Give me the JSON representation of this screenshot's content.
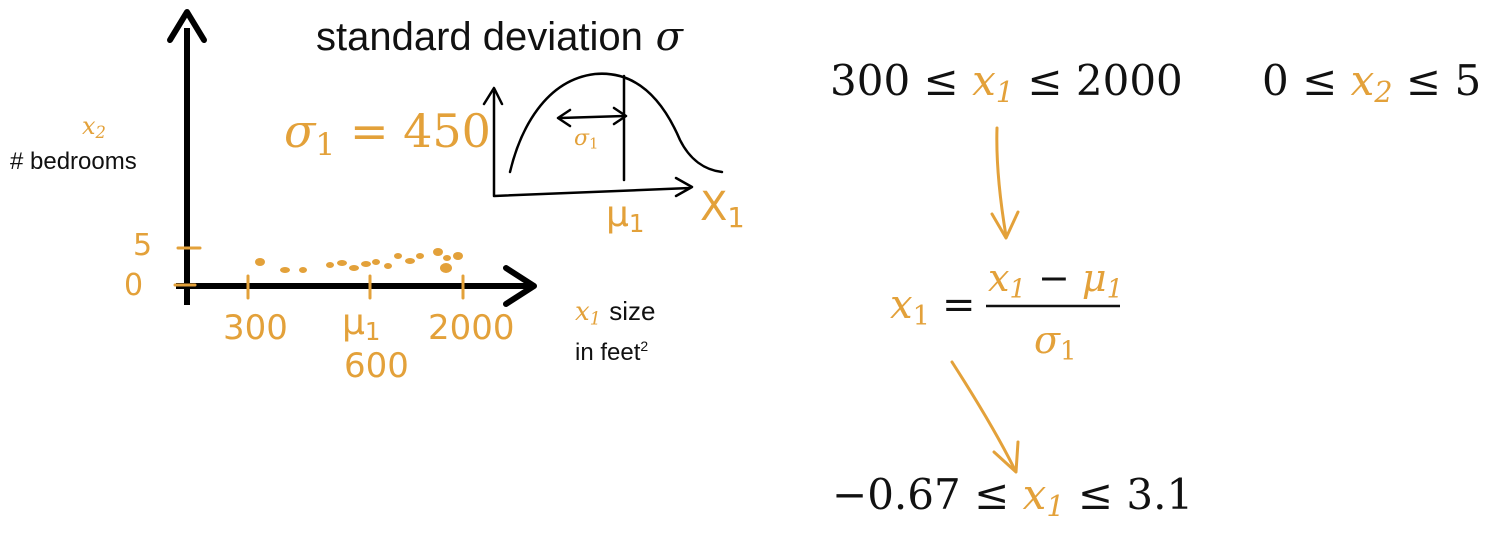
{
  "colors": {
    "accent": "#e3a13a",
    "ink": "#111111"
  },
  "left_plot": {
    "x2_symbol": "x",
    "x2_subscript": "2",
    "bedrooms_label": "# bedrooms",
    "y_tick_5": "5",
    "y_tick_0": "0",
    "x_tick_300": "300",
    "x_tick_mu_symbol": "μ",
    "x_tick_mu_subscript": "1",
    "x_tick_600": "600",
    "x_tick_2000": "2000",
    "x1_symbol": "x",
    "x1_subscript": "1",
    "x1_word": "size",
    "x1_units": "in feet",
    "x1_units_sup": "2"
  },
  "sigma_note": {
    "sigma_symbol": "σ",
    "sigma_subscript": "1",
    "equals_value": "= 450"
  },
  "std_dev": {
    "title": "standard deviation",
    "title_symbol": "σ",
    "inset_sigma": "σ",
    "inset_sigma_sub": "1",
    "inset_mu": "μ",
    "inset_mu_sub": "1",
    "inset_x": "X",
    "inset_x_sub": "1"
  },
  "range_x1": {
    "low": "300",
    "le1": "≤",
    "var": "x",
    "sub": "1",
    "le2": "≤",
    "high": "2000"
  },
  "range_x2": {
    "low": "0",
    "le1": "≤",
    "var": "x",
    "sub": "2",
    "le2": "≤",
    "high": "5"
  },
  "formula": {
    "lhs_var": "x",
    "lhs_sub": "1",
    "equals": "=",
    "num_var": "x",
    "num_sub": "1",
    "minus": "−",
    "num_mu": "μ",
    "num_mu_sub": "1",
    "den_sigma": "σ",
    "den_sub": "1"
  },
  "result_range": {
    "low": "−0.67",
    "le1": "≤",
    "var": "x",
    "sub": "1",
    "le2": "≤",
    "high": "3.1"
  }
}
